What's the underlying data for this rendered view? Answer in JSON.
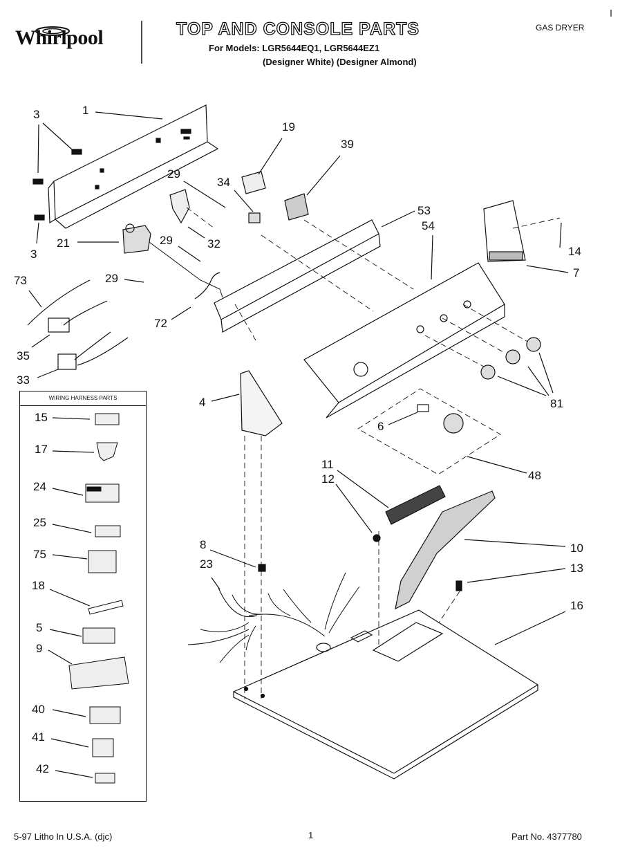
{
  "header": {
    "brand": "Whirlpool",
    "title": "TOP AND CONSOLE PARTS",
    "models_line": "For Models: LGR5644EQ1, LGR5644EZ1",
    "colors_line": "(Designer White) (Designer Almond)",
    "product_type": "GAS DRYER"
  },
  "harness_box": {
    "title": "WIRING HARNESS PARTS",
    "callouts": [
      "15",
      "17",
      "24",
      "25",
      "75",
      "18",
      "5",
      "9",
      "40",
      "41",
      "42"
    ]
  },
  "callouts": [
    "1",
    "3",
    "3",
    "19",
    "39",
    "29",
    "34",
    "53",
    "54",
    "21",
    "29",
    "32",
    "14",
    "7",
    "73",
    "29",
    "72",
    "35",
    "33",
    "81",
    "4",
    "6",
    "48",
    "11",
    "12",
    "10",
    "8",
    "23",
    "13",
    "16"
  ],
  "footer": {
    "left": "5-97 Litho In U.S.A. (djc)",
    "center": "1",
    "right": "Part No. 4377780"
  },
  "colors": {
    "ink": "#111111",
    "paper": "#ffffff"
  }
}
